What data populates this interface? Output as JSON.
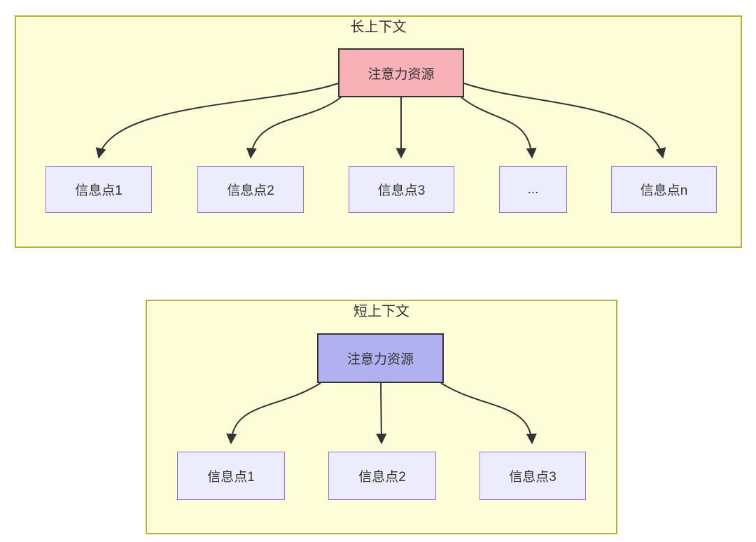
{
  "colors": {
    "group_fill": "#fdfdd8",
    "group_border": "#b2b23f",
    "node_fill": "#ececfc",
    "node_border": "#9370db",
    "hub_long_fill": "#f8b1b7",
    "hub_short_fill": "#b1b1f1",
    "hub_border": "#333333",
    "text": "#333333",
    "edge": "#333333"
  },
  "long_context": {
    "title": "长上下文",
    "hub_label": "注意力资源",
    "nodes": [
      {
        "label": "信息点1"
      },
      {
        "label": "信息点2"
      },
      {
        "label": "信息点3"
      },
      {
        "label": "..."
      },
      {
        "label": "信息点n"
      }
    ]
  },
  "short_context": {
    "title": "短上下文",
    "hub_label": "注意力资源",
    "nodes": [
      {
        "label": "信息点1"
      },
      {
        "label": "信息点2"
      },
      {
        "label": "信息点3"
      }
    ]
  }
}
